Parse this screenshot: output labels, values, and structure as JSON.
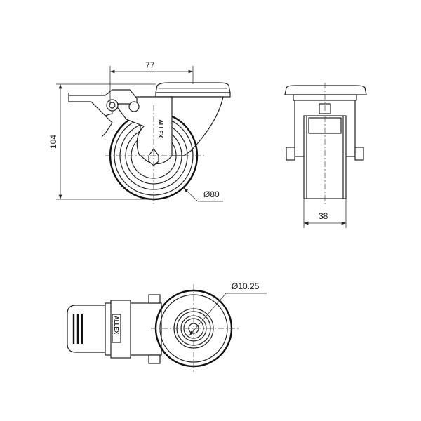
{
  "dimensions": {
    "offset": "77",
    "height": "104",
    "wheel_diameter": "Ø80",
    "wheel_width": "38",
    "bore_diameter": "Ø10.25"
  },
  "logo": "ALLEX",
  "colors": {
    "line": "#222222",
    "background": "#ffffff"
  }
}
